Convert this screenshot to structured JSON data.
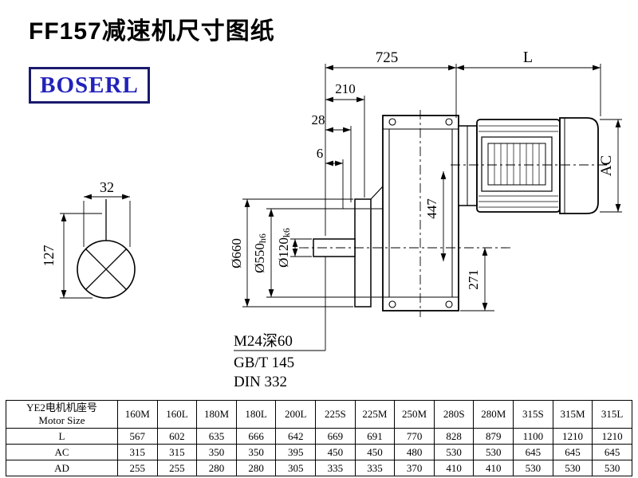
{
  "page": {
    "title": "FF157减速机尺寸图纸",
    "logo": "BOSERL"
  },
  "colors": {
    "logo_blue": "#2222bb",
    "logo_border": "#1a1a6e",
    "line_black": "#000000"
  },
  "drawing": {
    "dim_725": "725",
    "dim_motor_length": "L",
    "dim_210": "210",
    "dim_28": "28",
    "dim_6": "6",
    "dim_ac": "AC",
    "dim_447": "447",
    "dim_271": "271",
    "dim_32": "32",
    "dim_127": "127",
    "dia_flange": "Ø660",
    "dia_spigot": {
      "main": "Ø550",
      "tol": "h6"
    },
    "dia_shaft": {
      "main": "Ø120",
      "tol": "k6"
    },
    "note_thread": "M24深60",
    "note_std1": "GB/T 145",
    "note_std2": "DIN 332"
  },
  "table": {
    "header": {
      "line1": "YE2电机机座号",
      "line2": "Motor Size"
    },
    "columns": [
      "160M",
      "160L",
      "180M",
      "180L",
      "200L",
      "225S",
      "225M",
      "250M",
      "280S",
      "280M",
      "315S",
      "315M",
      "315L"
    ],
    "rows": [
      {
        "label": "L",
        "values": [
          "567",
          "602",
          "635",
          "666",
          "642",
          "669",
          "691",
          "770",
          "828",
          "879",
          "1100",
          "1210",
          "1210"
        ]
      },
      {
        "label": "AC",
        "values": [
          "315",
          "315",
          "350",
          "350",
          "395",
          "450",
          "450",
          "480",
          "530",
          "530",
          "645",
          "645",
          "645"
        ]
      },
      {
        "label": "AD",
        "values": [
          "255",
          "255",
          "280",
          "280",
          "305",
          "335",
          "335",
          "370",
          "410",
          "410",
          "530",
          "530",
          "530"
        ]
      }
    ]
  }
}
